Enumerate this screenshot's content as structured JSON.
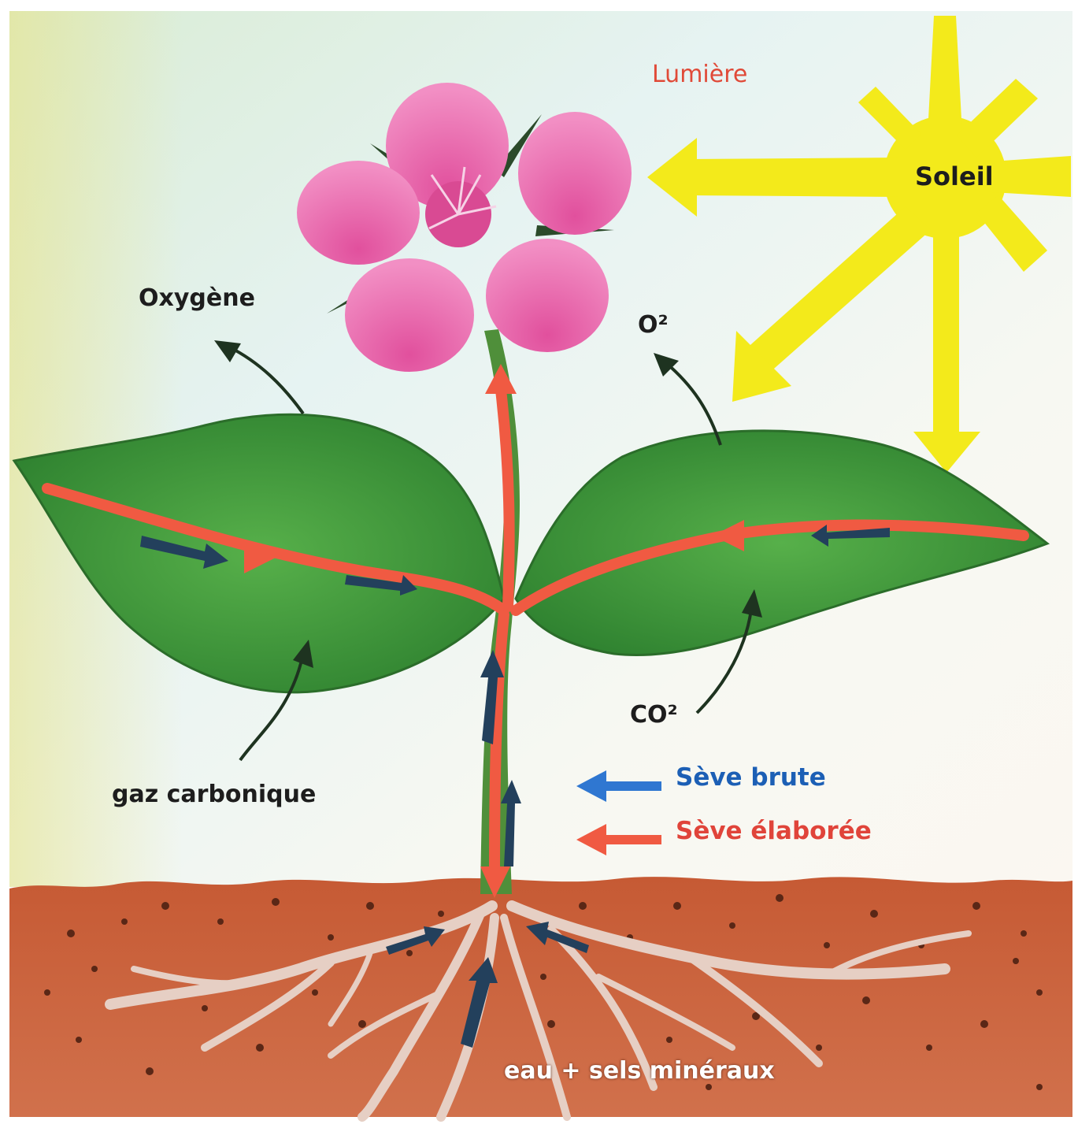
{
  "labels": {
    "light": "Lumière",
    "sun": "Soleil",
    "oxygen": "Oxygène",
    "o2": "O²",
    "co2": "CO²",
    "carbon_dioxide": "gaz carbonique",
    "raw_sap": "Sève brute",
    "elaborated_sap": "Sève élaborée",
    "water_minerals": "eau + sels minéraux"
  },
  "colors": {
    "sky_top": "#dff0ef",
    "soil": "#c8623c",
    "sun": "#f2ea1c",
    "leaf": "#3f9a3a",
    "petal": "#ea73b4",
    "elaborated_sap": "#f05a42",
    "raw_sap": "#2f77d1",
    "raw_sap_in_plant": "#23405c",
    "root": "#e7d2c8"
  }
}
